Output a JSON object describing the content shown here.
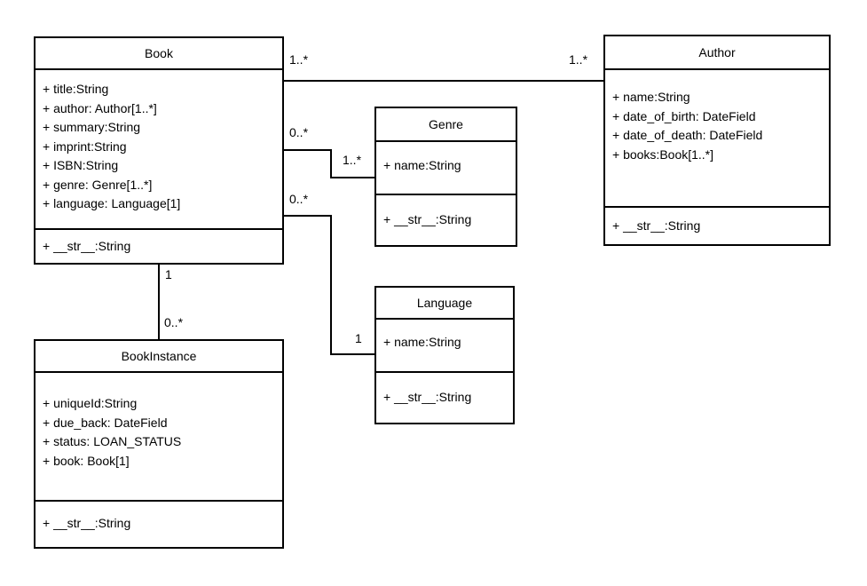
{
  "diagram_type": "uml-class-diagram",
  "colors": {
    "stroke": "#000000",
    "fill": "#ffffff",
    "text": "#000000",
    "background": "#ffffff"
  },
  "classes": {
    "book": {
      "name": "Book",
      "attributes": [
        "+ title:String",
        "+ author: Author[1..*]",
        "+ summary:String",
        "+ imprint:String",
        "+ ISBN:String",
        "+ genre: Genre[1..*]",
        "+ language: Language[1]"
      ],
      "methods": [
        "+ __str__:String"
      ]
    },
    "author": {
      "name": "Author",
      "attributes": [
        "+ name:String",
        "+ date_of_birth: DateField",
        "+ date_of_death: DateField",
        "+ books:Book[1..*]"
      ],
      "methods": [
        "+ __str__:String"
      ]
    },
    "genre": {
      "name": "Genre",
      "attributes": [
        "+ name:String"
      ],
      "methods": [
        "+ __str__:String"
      ]
    },
    "language": {
      "name": "Language",
      "attributes": [
        "+ name:String"
      ],
      "methods": [
        "+ __str__:String"
      ]
    },
    "book_instance": {
      "name": "BookInstance",
      "attributes": [
        "+ uniqueId:String",
        "+ due_back: DateField",
        "+ status: LOAN_STATUS",
        "+ book: Book[1]"
      ],
      "methods": [
        "+ __str__:String"
      ]
    }
  },
  "associations": [
    {
      "from": "Book",
      "to": "Author",
      "from_multiplicity": "1..*",
      "to_multiplicity": "1..*"
    },
    {
      "from": "Book",
      "to": "Genre",
      "from_multiplicity": "0..*",
      "to_multiplicity": "1..*"
    },
    {
      "from": "Book",
      "to": "Language",
      "from_multiplicity": "0..*",
      "to_multiplicity": "1"
    },
    {
      "from": "Book",
      "to": "BookInstance",
      "from_multiplicity": "1",
      "to_multiplicity": "0..*"
    }
  ]
}
